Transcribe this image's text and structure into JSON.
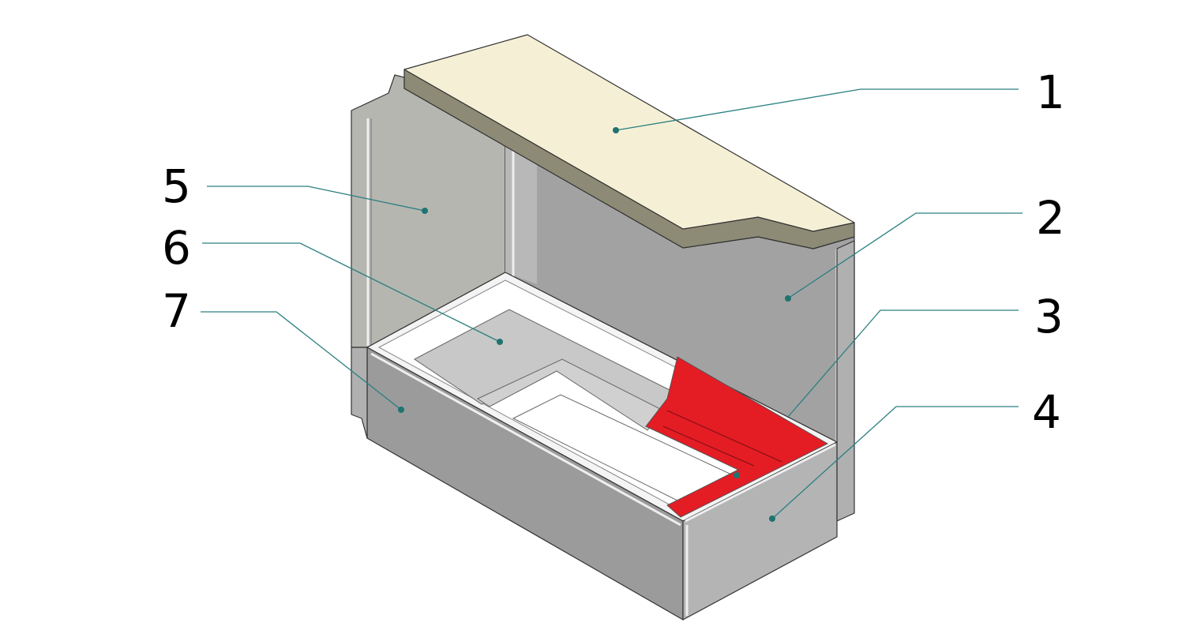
{
  "diagram": {
    "callouts": [
      {
        "number": "1",
        "part": "lid"
      },
      {
        "number": "2",
        "part": "right-back-wall"
      },
      {
        "number": "3",
        "part": "red-insert-panel"
      },
      {
        "number": "4",
        "part": "end-panel"
      },
      {
        "number": "5",
        "part": "left-back-wall"
      },
      {
        "number": "6",
        "part": "inner-tray"
      },
      {
        "number": "7",
        "part": "front-panel"
      }
    ],
    "colors": {
      "lid_top": "#f5f0d5",
      "lid_edge": "#8d8a76",
      "wall_light": "#b6b6b1",
      "wall_dark": "#a2a2a2",
      "panel": "#9b9b9b",
      "insert": "#e41c24",
      "leader": "#2a7f80"
    }
  }
}
